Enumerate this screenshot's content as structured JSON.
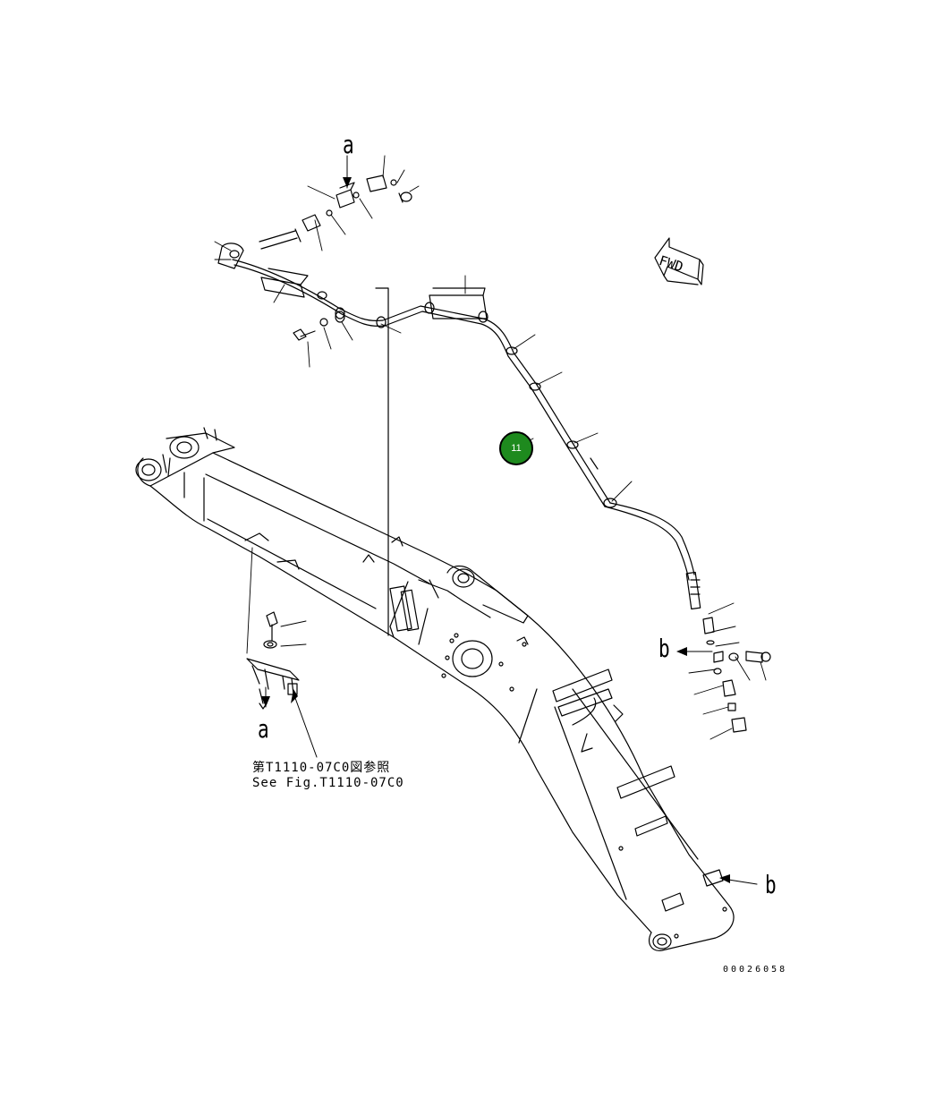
{
  "view_labels": {
    "a_top": "a",
    "a_bottom": "a",
    "b_left": "b",
    "b_right": "b"
  },
  "direction_marker": {
    "text": "FWD",
    "icon": "forward-arrow-icon"
  },
  "callout": {
    "number": "11",
    "color": "#1e8a1e"
  },
  "reference_note": {
    "line_jp": "第T1110-07C0図参照",
    "line_en": "See Fig.T1110-07C0"
  },
  "document_number": "00026058"
}
